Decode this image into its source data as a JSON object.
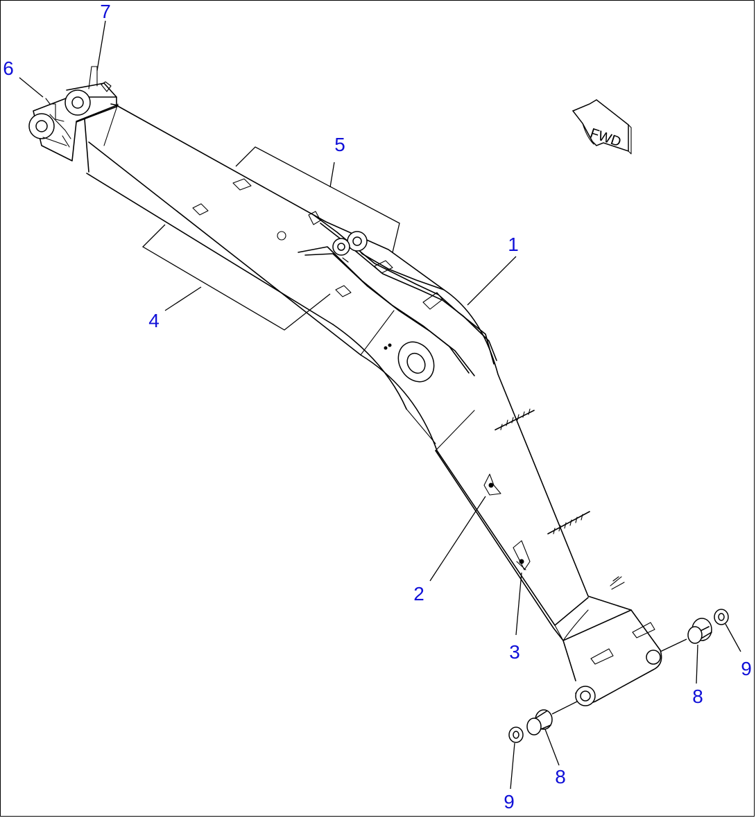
{
  "diagram": {
    "fwd_label": "FWD",
    "callouts": [
      "1",
      "2",
      "3",
      "4",
      "5",
      "6",
      "7",
      "8",
      "8",
      "9",
      "9"
    ]
  }
}
